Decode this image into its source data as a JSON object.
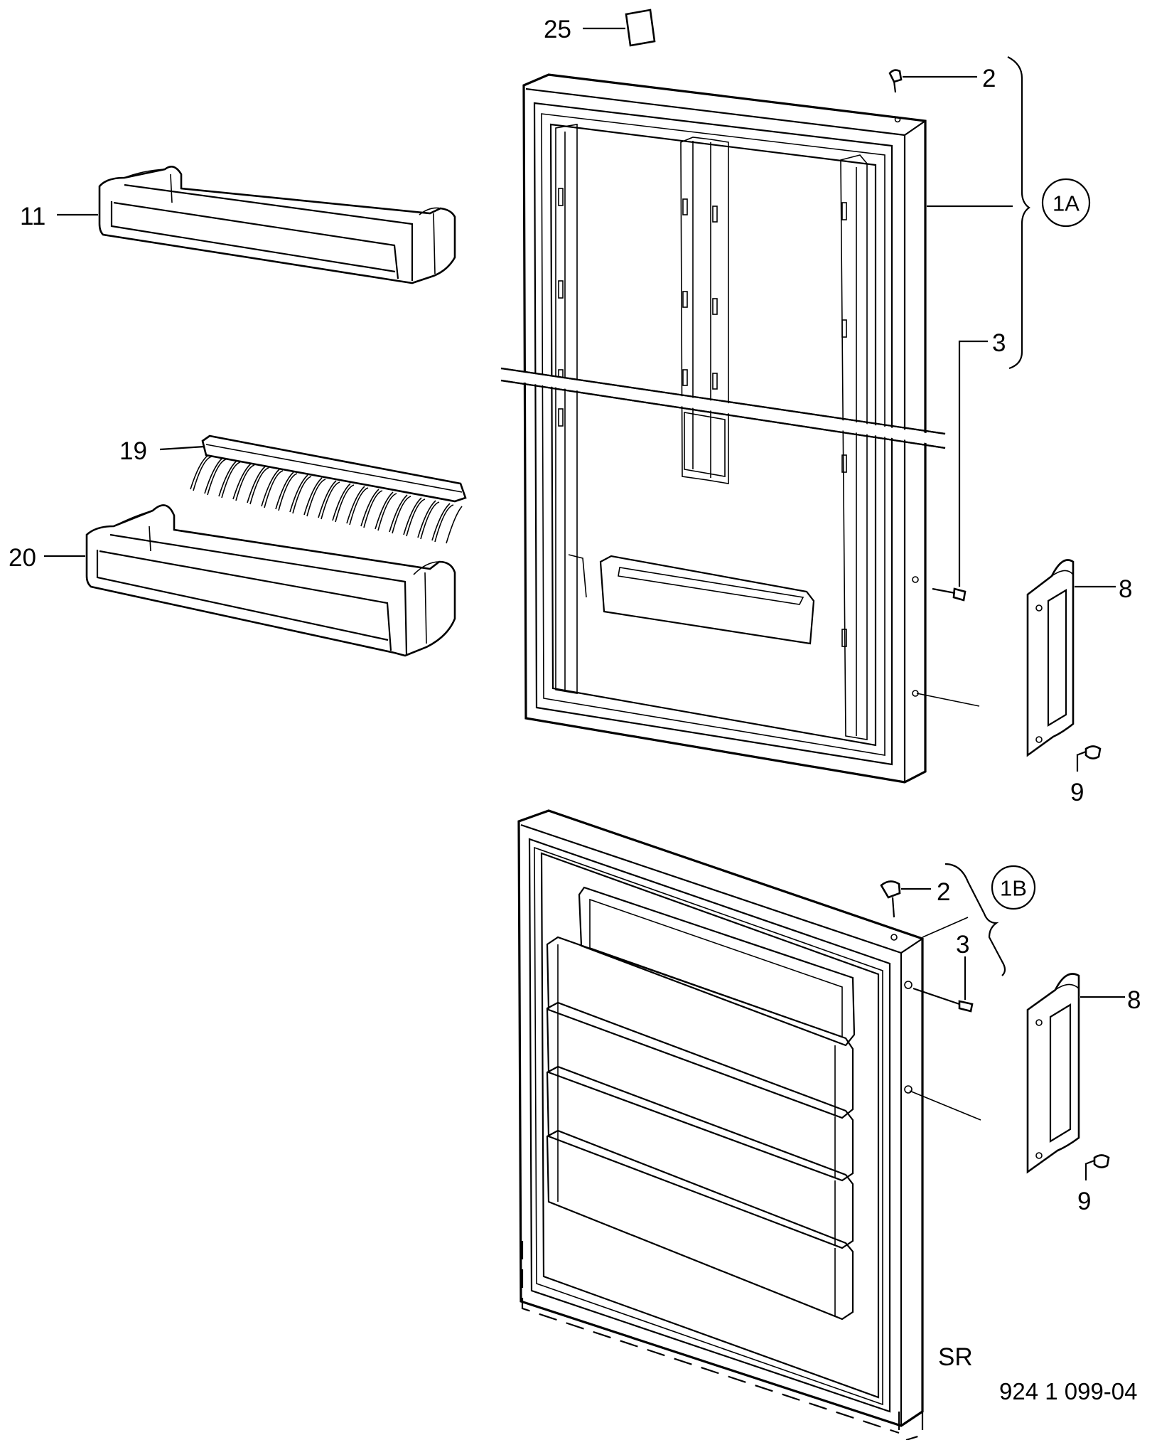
{
  "labels": {
    "p25": "25",
    "p2_top": "2",
    "p1a": "1A",
    "p3_top": "3",
    "p11": "11",
    "p19": "19",
    "p20": "20",
    "p8_top": "8",
    "p9_top": "9",
    "p1b": "1B",
    "p2_bottom": "2",
    "p3_bottom": "3",
    "p8_bottom": "8",
    "p9_bottom": "9",
    "sr": "SR",
    "drawing_number": "924 1 099-04"
  },
  "icons": [
    "screw-icon",
    "hinge-icon",
    "door-shelf-icon",
    "door-panel-icon"
  ]
}
